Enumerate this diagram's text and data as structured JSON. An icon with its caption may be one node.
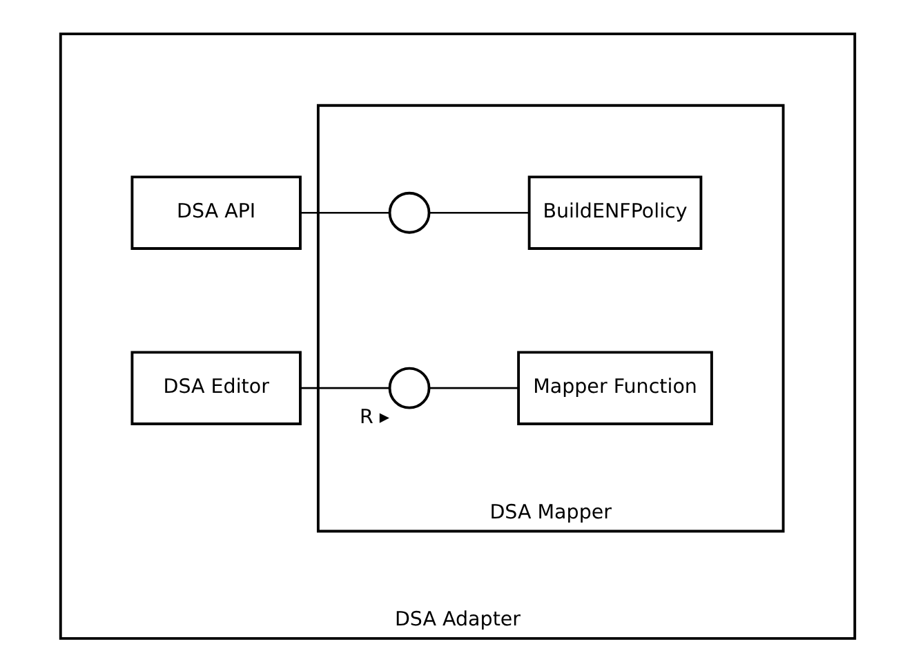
{
  "diagram": {
    "nodes": [
      {
        "text": [
          "DSA Adapter"
        ]
      },
      {
        "text": [
          "DSA API"
        ],
        "in": 0
      },
      {
        "text": [
          "DSA Mapper"
        ],
        "in": 0
      },
      {
        "text": [],
        "shape": "circle",
        "in": 2
      },
      {
        "text": [
          "BuildENFPolicy"
        ],
        "in": 2
      },
      {
        "text": [
          "DSA Editor"
        ],
        "in": 0
      },
      {
        "text": [],
        "shape": "circle",
        "in": 2,
        "beside": [
          "R ▸"
        ]
      },
      {
        "text": [
          "Mapper Function"
        ],
        "in": 2
      }
    ],
    "edges": [
      {
        "from": 1,
        "to": 3,
        "arrow": "none"
      },
      {
        "from": 3,
        "to": 4,
        "arrow": "none"
      },
      {
        "from": 5,
        "to": 6,
        "arrow": "none"
      },
      {
        "from": 6,
        "to": 7,
        "arrow": "none"
      }
    ]
  }
}
